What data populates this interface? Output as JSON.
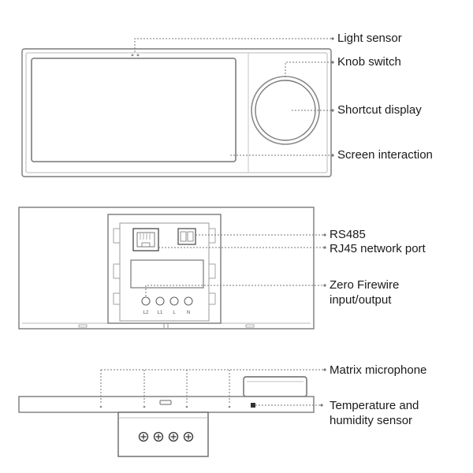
{
  "labels": {
    "light_sensor": "Light sensor",
    "knob_switch": "Knob switch",
    "shortcut_display": "Shortcut display",
    "screen_interaction": "Screen interaction",
    "rs485": "RS485",
    "rj45": "RJ45 network port",
    "zero_firewire_line1": "Zero Firewire",
    "zero_firewire_line2": "input/output",
    "matrix_microphone": "Matrix microphone",
    "temp_humidity_line1": "Temperature and",
    "temp_humidity_line2": "humidity sensor"
  },
  "terminals": [
    "L2",
    "L1",
    "L",
    "N"
  ],
  "colors": {
    "outline": "#7a7a7a",
    "panel_frame": "#b8b8b8",
    "screen_border": "#8a8a8a",
    "callout": "#777777",
    "text": "#1a1a1a"
  }
}
